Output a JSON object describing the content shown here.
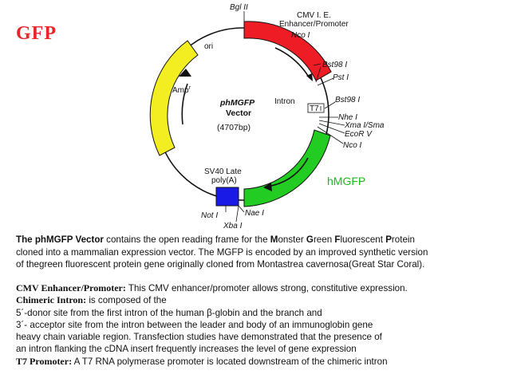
{
  "title": "GFP",
  "map": {
    "ori": "ori",
    "amp": "Amp",
    "amp_sup": "r",
    "center_line1": "phMGFP",
    "center_line2": "Vector",
    "center_size": "(4707bp)",
    "bglII": "Bgl II",
    "cmv_line1": "CMV I. E.",
    "cmv_line2": "Enhancer/Promoter",
    "ncoI_top": "Nco I",
    "bst98_1": "Bst98 I",
    "pstI": "Pst I",
    "intron": "Intron",
    "bst98_2": "Bst98 I",
    "t7": "T7",
    "nheI": "Nhe I",
    "xma": "Xma I/Sma",
    "ecoRV": "EcoR V",
    "ncoI_bottom": "Nco I",
    "hmgfp": "hMGFP",
    "sv40_line1": "SV40 Late",
    "sv40_line2": "poly(A)",
    "notI": "Not I",
    "naeI": "Nae I",
    "xbaI": "Xba I",
    "colors": {
      "cmv": "#ee1c25",
      "amp": "#f2ee22",
      "gfp": "#22cc22",
      "sv40": "#1a1ae6"
    }
  },
  "description": {
    "p1_prefix": "The phMGFP Vector",
    "p1_a": " contains the open reading frame for the ",
    "m": "M",
    "onster": "onster ",
    "g": "G",
    "reen": "reen ",
    "f": "F",
    "luorescent": "luorescent ",
    "p": "P",
    "rotein": "rotein",
    "p2": "cloned into a mammalian expression vector. The MGFP is encoded by an improved synthetic version",
    "p3": "of thegreen fluorescent protein gene originally cloned from Montastrea cavernosa(Great Star Coral)."
  },
  "notes": {
    "cmv_key": "CMV Enhancer/Promoter:",
    "cmv_text": " This CMV enhancer/promoter allows strong, constitutive expression.",
    "intron_key": "Chimeric Intron:",
    "intron_text": " is composed of the",
    "line3": "5´-donor site from the first intron of the human β-globin and the branch and",
    "line4": "3´- acceptor site from the intron between the leader and body of an immunoglobin gene",
    "line5": "heavy chain variable region.  Transfection studies have demonstrated that the presence of",
    "line6": "an intron flanking the cDNA insert frequently increases the level of gene expression",
    "t7_key": "T7 Promoter:",
    "t7_text": " A T7 RNA polymerase promoter is located downstream of the chimeric intron"
  }
}
